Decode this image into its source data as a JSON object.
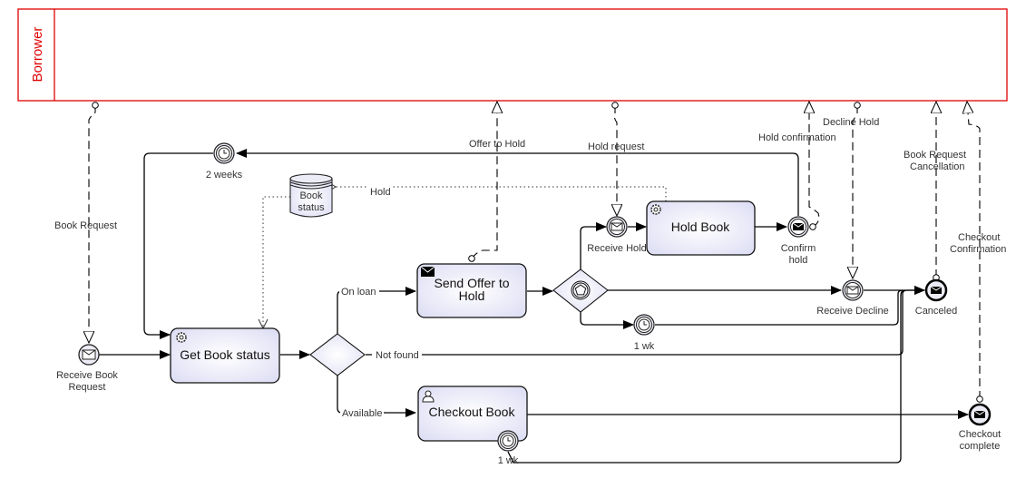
{
  "pool": {
    "label": "Borrower",
    "color": "#e00000"
  },
  "tasks": {
    "get_book_status": {
      "label": "Get Book status",
      "type": "service"
    },
    "send_offer": {
      "label_line1": "Send Offer to",
      "label_line2": "Hold",
      "type": "send"
    },
    "hold_book": {
      "label": "Hold Book",
      "type": "service"
    },
    "checkout_book": {
      "label": "Checkout Book",
      "type": "user"
    }
  },
  "events": {
    "receive_book_request": {
      "line1": "Receive Book",
      "line2": "Request"
    },
    "timer_2weeks": {
      "label": "2 weeks"
    },
    "receive_hold": {
      "label": "Receive Hold"
    },
    "confirm_hold": {
      "line1": "Confirm",
      "line2": "hold"
    },
    "receive_decline": {
      "label": "Receive Decline"
    },
    "canceled": {
      "label": "Canceled"
    },
    "timer_1wk_gateway": {
      "label": "1 wk"
    },
    "timer_1wk_boundary": {
      "label": "1 wk"
    },
    "checkout_complete": {
      "line1": "Checkout",
      "line2": "complete"
    }
  },
  "data_store": {
    "line1": "Book",
    "line2": "status"
  },
  "flow_labels": {
    "on_loan": "On loan",
    "not_found": "Not found",
    "available": "Available",
    "hold_assoc": "Hold"
  },
  "messages": {
    "book_request": "Book Request",
    "offer_to_hold": "Offer to Hold",
    "hold_request": "Hold request",
    "hold_confirmation": "Hold confirmation",
    "decline_hold": "Decline Hold",
    "cancel_line1": "Book Request",
    "cancel_line2": "Cancellation",
    "checkout_conf_line1": "Checkout",
    "checkout_conf_line2": "Confirmation"
  }
}
